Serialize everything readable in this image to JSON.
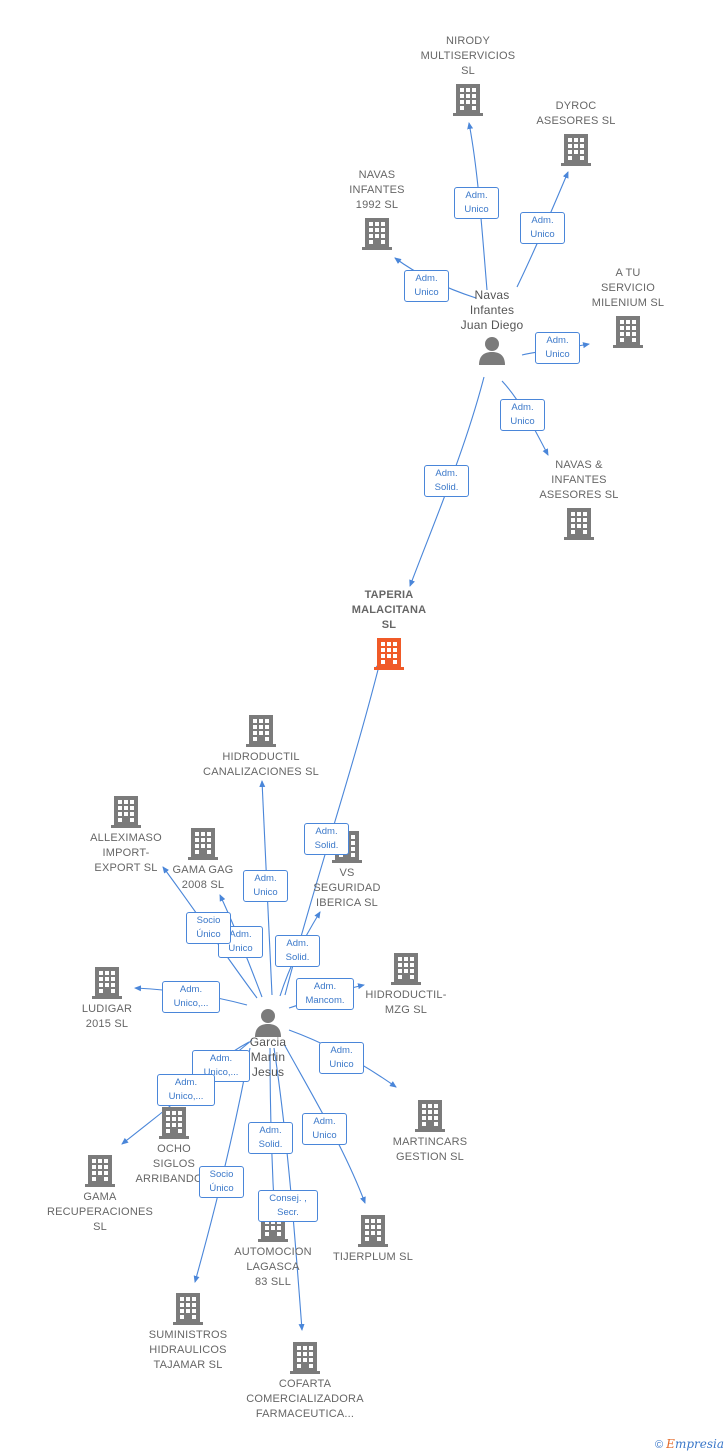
{
  "colors": {
    "edge": "#4a86d9",
    "building": "#7b7b7b",
    "main_building": "#f05a28",
    "person": "#7b7b7b"
  },
  "nodes": {
    "navas_person": {
      "label": "Navas\nInfantes\nJuan Diego",
      "icon": "person-icon"
    },
    "garcia_person": {
      "label": "Garcia\nMartin\nJesus",
      "icon": "person-icon"
    },
    "taperia": {
      "label": "TAPERIA\nMALACITANA\nSL",
      "icon": "building-icon"
    },
    "nirody": {
      "label": "NIRODY\nMULTISERVICIOS\nSL"
    },
    "dyroc": {
      "label": "DYROC\nASESORES  SL"
    },
    "navas1992": {
      "label": "NAVAS\nINFANTES\n1992  SL"
    },
    "atuservicio": {
      "label": "A TU\nSERVICIO\nMILENIUM  SL"
    },
    "navasinf_ases": {
      "label": "NAVAS &\nINFANTES\nASESORES SL"
    },
    "hidro_can": {
      "label": "HIDRODUCTIL\nCANALIZACIONES SL"
    },
    "alleximaso": {
      "label": "ALLEXIMASO\nIMPORT-\nEXPORT  SL"
    },
    "gamagag": {
      "label": "GAMA GAG\n2008 SL"
    },
    "vs_seg": {
      "label": "VS\nSEGURIDAD\nIBERICA  SL"
    },
    "ludigar": {
      "label": "LUDIGAR\n2015  SL"
    },
    "hidro_mzg": {
      "label": "HIDRODUCTIL-\nMZG SL"
    },
    "ocho": {
      "label": "OCHO\nSIGLOS\nARRIBANDO..."
    },
    "gama_rec": {
      "label": "GAMA\nRECUPERACIONES\nSL"
    },
    "martincars": {
      "label": "MARTINCARS\nGESTION  SL"
    },
    "automocion": {
      "label": "AUTOMOCION\nLAGASCA\n83 SLL"
    },
    "tijerplum": {
      "label": "TIJERPLUM SL"
    },
    "suministros": {
      "label": "SUMINISTROS\nHIDRAULICOS\nTAJAMAR SL"
    },
    "cofarta": {
      "label": "COFARTA\nCOMERCIALIZADORA\nFARMACEUTICA..."
    }
  },
  "relations": {
    "r_nirody": "Adm.\nUnico",
    "r_dyroc": "Adm.\nUnico",
    "r_navas1992": "Adm.\nUnico",
    "r_atu": "Adm.\nUnico",
    "r_navasinf": "Adm.\nUnico",
    "r_navas_taperia": "Adm.\nSolid.",
    "r_garcia_taperia": "Adm.\nSolid.",
    "r_hidro_can": "Adm.\nUnico",
    "r_gamagag": "Adm.\nUnico",
    "r_alleximaso": "Socio\nÚnico",
    "r_vs": "Adm.\nSolid.",
    "r_ludigar": "Adm.\nUnico,...",
    "r_hidro_mzg": "Adm.\nMancom.",
    "r_ocho": "Adm.\nUnico,...",
    "r_gama_rec": "Adm.\nUnico,...",
    "r_martincars": "Adm.\nUnico",
    "r_automocion": "Adm.\nSolid.",
    "r_tijerplum": "Adm.\nUnico",
    "r_suministros": "Socio\nÚnico",
    "r_cofarta": "Consej. ,\nSecr."
  },
  "footer": {
    "copyright": "©",
    "brand_first": "E",
    "brand_rest": "mpresia"
  }
}
